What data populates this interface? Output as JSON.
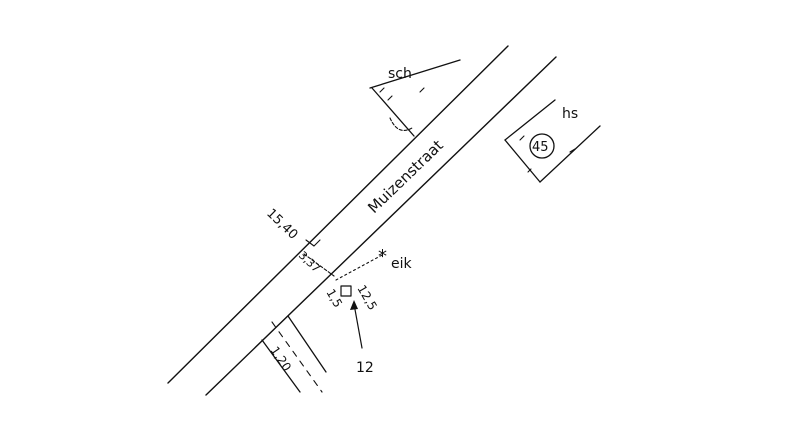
{
  "street": {
    "name": "Muizenstraat"
  },
  "labels": {
    "sch": "sch",
    "hs": "hs",
    "eik": "eik",
    "house_number": "45",
    "parcel_number": "12"
  },
  "measurements": {
    "front_width": "15,40",
    "offset_front": "3,37",
    "box_offset": "1,5",
    "box_depth": "12,5",
    "side_distance": "1,20"
  },
  "colors": {
    "ink": "#111111",
    "paper": "#ffffff"
  }
}
